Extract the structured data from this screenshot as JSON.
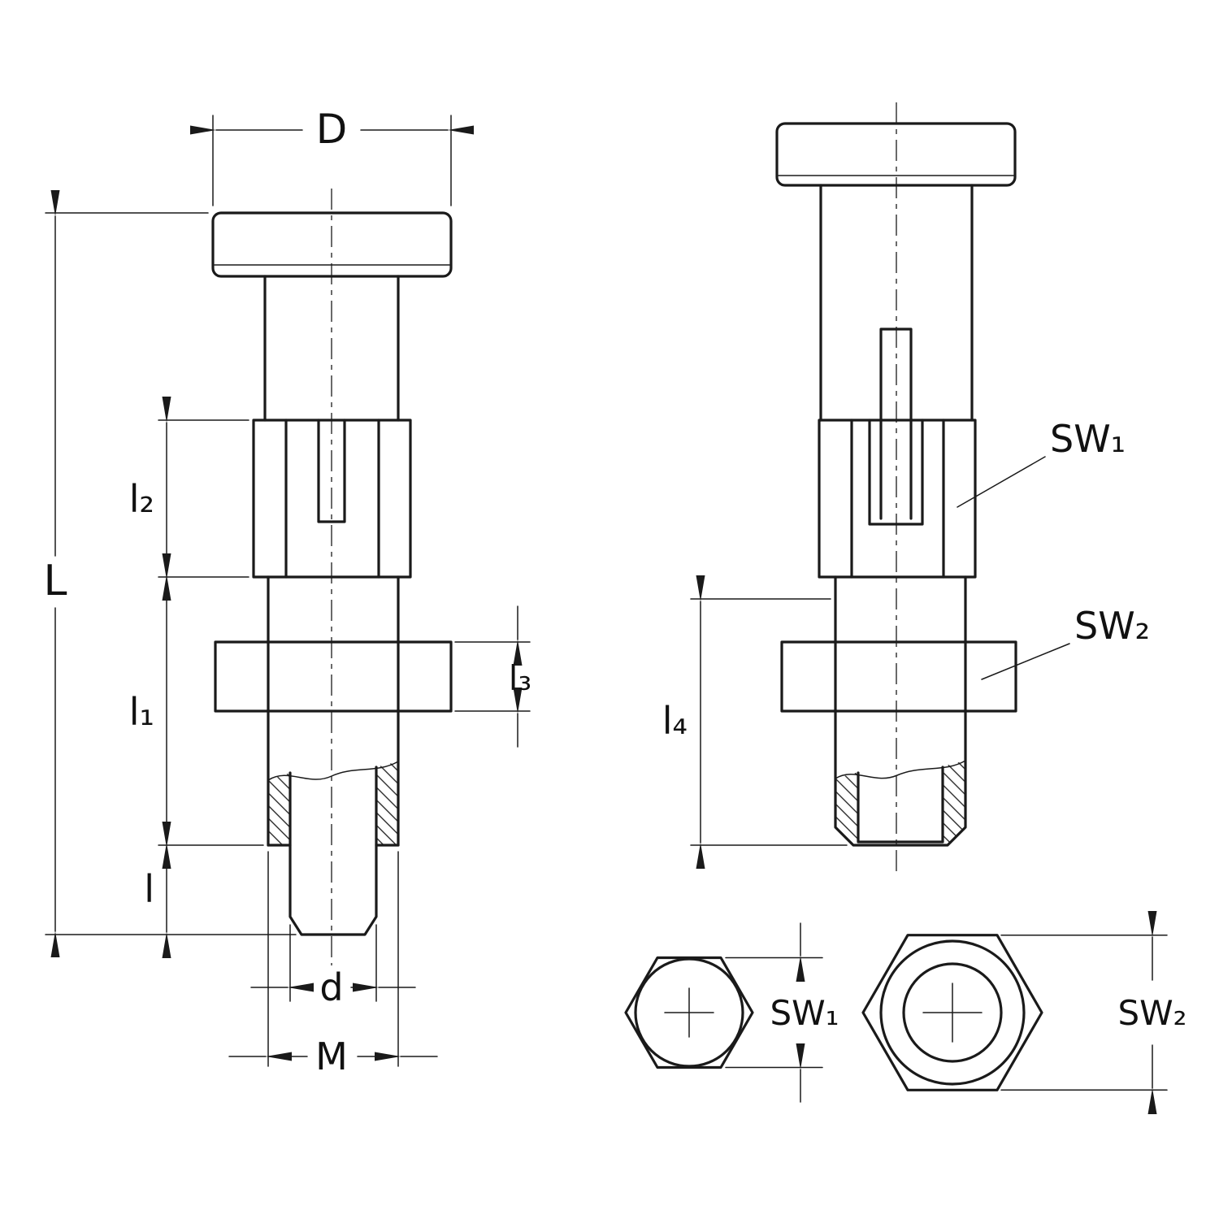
{
  "drawing": {
    "kind": "index-plunger-dimension-drawing",
    "colors": {
      "line": "#1a1a1a",
      "background": "#ffffff"
    }
  },
  "labels": {
    "D": "D",
    "L": "L",
    "l2": "l₂",
    "l1": "l₁",
    "l3": "l₃",
    "l": "l",
    "d": "d",
    "M": "M",
    "l4": "l₄",
    "sw1_callout": "SW₁",
    "sw2_callout": "SW₂",
    "sw1_dim": "SW₁",
    "sw2_dim": "SW₂"
  }
}
